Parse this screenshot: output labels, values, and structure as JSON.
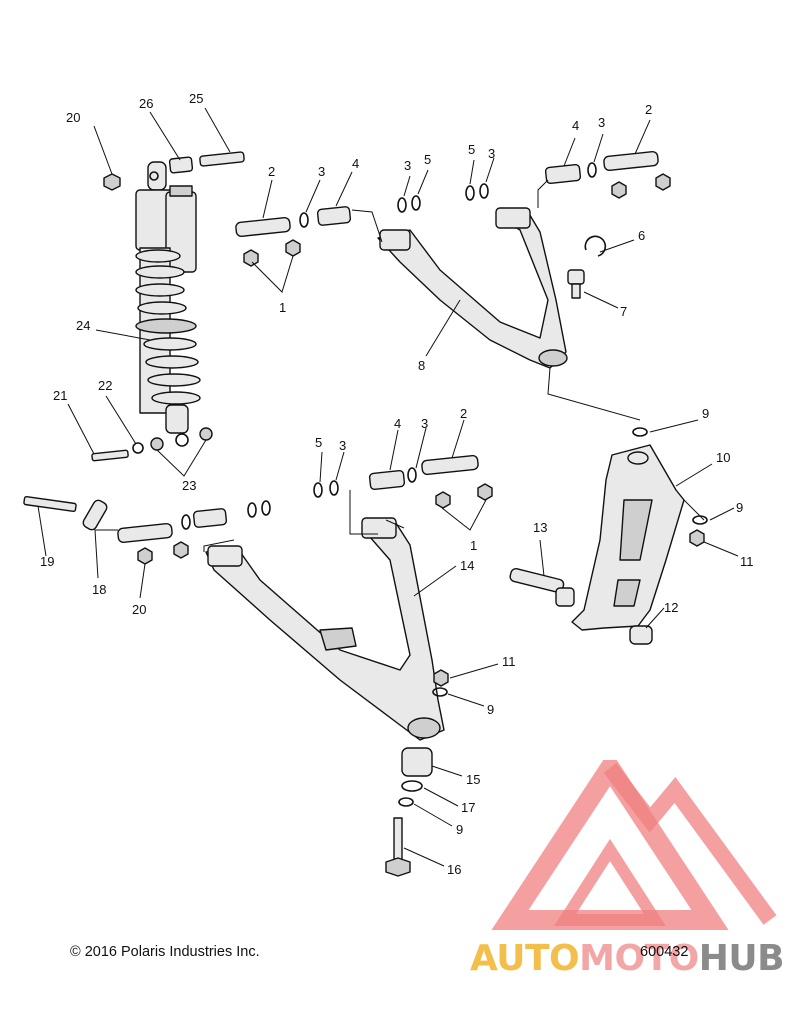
{
  "footer": {
    "copyright": "© 2016 Polaris Industries Inc.",
    "part_number": "600432"
  },
  "watermark": {
    "text_part1": "AUTO",
    "text_part2": "MOTO",
    "text_part3": "HUB",
    "colors": {
      "part1": "#f4be4a",
      "part2": "#f3a6a6",
      "part3": "#8b8b8b",
      "triangle": "#f08080"
    }
  },
  "callouts": {
    "c1a": "1",
    "c1b": "1",
    "c2a": "2",
    "c2b": "2",
    "c2c": "2",
    "c3a": "3",
    "c3b": "3",
    "c3c": "3",
    "c3d": "3",
    "c3e": "3",
    "c3f": "3",
    "c4a": "4",
    "c4b": "4",
    "c4c": "4",
    "c5a": "5",
    "c5b": "5",
    "c5c": "5",
    "c6": "6",
    "c7": "7",
    "c8": "8",
    "c9a": "9",
    "c9b": "9",
    "c9c": "9",
    "c9d": "9",
    "c10": "10",
    "c11a": "11",
    "c11b": "11",
    "c12": "12",
    "c13": "13",
    "c14": "14",
    "c15": "15",
    "c16": "16",
    "c17": "17",
    "c18": "18",
    "c19": "19",
    "c20a": "20",
    "c20b": "20",
    "c21": "21",
    "c22": "22",
    "c23": "23",
    "c24": "24",
    "c25": "25",
    "c26": "26"
  }
}
